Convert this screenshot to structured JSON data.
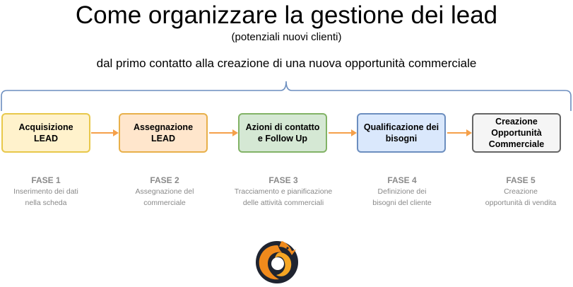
{
  "title": "Come organizzare la gestione dei lead",
  "subtitle": "(potenziali nuovi clienti)",
  "tagline": "dal primo contatto alla creazione di una nuova opportunità commerciale",
  "colors": {
    "bracket": "#6c8ebf",
    "arrow": "#f5a04a",
    "phase_text": "#888888"
  },
  "steps": [
    {
      "label": "Acquisizione LEAD",
      "fill": "#fff2cc",
      "border": "#e8c84a"
    },
    {
      "label": "Assegnazione LEAD",
      "fill": "#ffe6cc",
      "border": "#e8b04a"
    },
    {
      "label": "Azioni di contatto e Follow Up",
      "fill": "#d5e8d4",
      "border": "#82b366"
    },
    {
      "label": "Qualificazione dei bisogni",
      "fill": "#dae8fc",
      "border": "#6c8ebf"
    },
    {
      "label": "Creazione Opportunità Commerciale",
      "fill": "#f5f5f5",
      "border": "#666666"
    }
  ],
  "phases": [
    {
      "title": "FASE 1",
      "line1": "Inserimento dei dati",
      "line2": "nella scheda"
    },
    {
      "title": "FASE 2",
      "line1": "Assegnazione del",
      "line2": "commerciale"
    },
    {
      "title": "FASE 3",
      "line1": "Tracciamento e pianificazione",
      "line2": "delle attività commerciali"
    },
    {
      "title": "FASE 4",
      "line1": "Definizione dei",
      "line2": "bisogni del cliente"
    },
    {
      "title": "FASE 5",
      "line1": "Creazione",
      "line2": "opportunità di vendita"
    }
  ],
  "logo_icon": "phoenix-logo-icon"
}
